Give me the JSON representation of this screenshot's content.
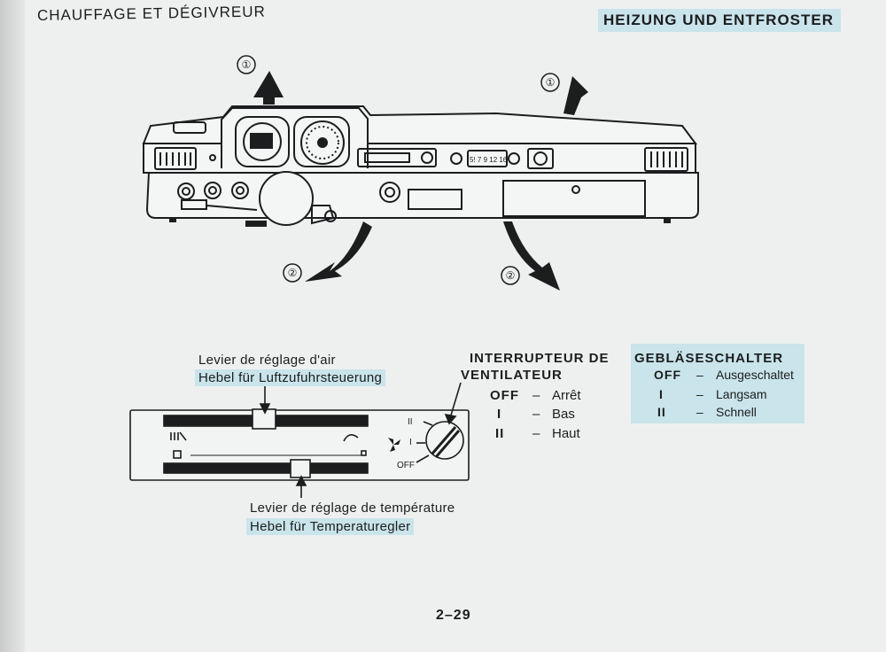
{
  "header": {
    "title_fr": "CHAUFFAGE ET DÉGIVREUR",
    "title_de": "HEIZUNG UND ENTFROSTER"
  },
  "dashboard": {
    "callouts": [
      "①",
      "①",
      "②",
      "②"
    ],
    "radio_dial": "5! 7 9 12 16"
  },
  "air_lever": {
    "label_fr": "Levier de réglage d'air",
    "label_de": "Hebel für Luftzufuhrsteuerung"
  },
  "temp_lever": {
    "label_fr": "Levier de réglage de température",
    "label_de": "Hebel für Temperaturegler"
  },
  "panel": {
    "switch_marks": [
      "II",
      "I",
      "OFF"
    ]
  },
  "fan_switch_fr": {
    "title_line1": "INTERRUPTEUR DE",
    "title_line2": "VENTILATEUR",
    "rows": [
      {
        "key": "OFF",
        "dash": "–",
        "value": "Arrêt"
      },
      {
        "key": "I",
        "dash": "–",
        "value": "Bas"
      },
      {
        "key": "II",
        "dash": "–",
        "value": "Haut"
      }
    ]
  },
  "fan_switch_de": {
    "title": "GEBLÄSESCHALTER",
    "rows": [
      {
        "key": "OFF",
        "dash": "–",
        "value": "Ausgeschaltet"
      },
      {
        "key": "I",
        "dash": "–",
        "value": "Langsam"
      },
      {
        "key": "II",
        "dash": "–",
        "value": "Schnell"
      }
    ]
  },
  "page_number": "2–29"
}
